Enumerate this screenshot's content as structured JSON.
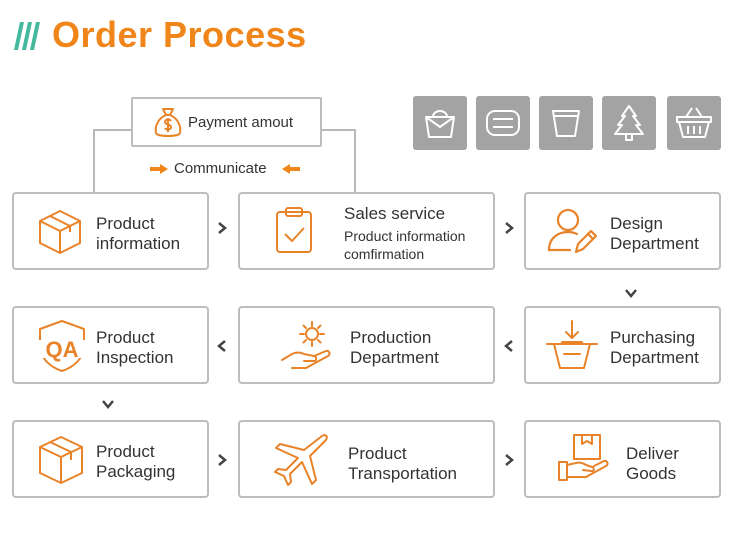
{
  "title": "Order Process",
  "payment": {
    "label": "Payment amout"
  },
  "communicate": {
    "label": "Communicate"
  },
  "steps": {
    "product_information": {
      "line1": "Product",
      "line2": "information"
    },
    "sales_service": {
      "title": "Sales service",
      "sub1": "Product information",
      "sub2": "comfirmation"
    },
    "design_department": {
      "line1": "Design",
      "line2": "Department"
    },
    "product_inspection": {
      "line1": "Product",
      "line2": "Inspection"
    },
    "production_department": {
      "line1": "Production",
      "line2": "Department"
    },
    "purchasing_department": {
      "line1": "Purchasing",
      "line2": "Department"
    },
    "product_packaging": {
      "line1": "Product",
      "line2": "Packaging"
    },
    "product_transportation": {
      "line1": "Product",
      "line2": "Transportation"
    },
    "deliver_goods": {
      "line1": "Deliver",
      "line2": "Goods"
    }
  },
  "icons": {
    "qa_text": "QA",
    "tiles": [
      "handbag-icon",
      "towel-icon",
      "bucket-icon",
      "christmas-tree-icon",
      "basket-icon"
    ]
  },
  "colors": {
    "accent": "#f08519",
    "border": "#bdbdbd",
    "tile": "#a3a3a3",
    "stroke": "#e8832a"
  }
}
